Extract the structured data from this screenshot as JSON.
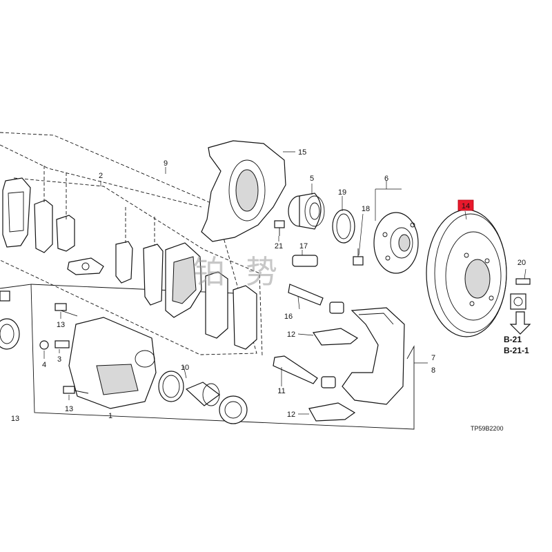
{
  "callouts": {
    "c1": "1",
    "c2": "2",
    "c3": "3",
    "c4": "4",
    "c5": "5",
    "c6": "6",
    "c7": "7",
    "c8": "8",
    "c9": "9",
    "c10": "10",
    "c11": "11",
    "c12a": "12",
    "c12b": "12",
    "c13a": "13",
    "c13b": "13",
    "c13c": "13",
    "c14": "14",
    "c15": "15",
    "c16": "16",
    "c17": "17",
    "c18": "18",
    "c19": "19",
    "c20": "20",
    "c21": "21"
  },
  "references": {
    "b21": "B-21",
    "b211": "B-21-1"
  },
  "diagram_code": "TP59B2200",
  "watermark": {
    "char1": "铂",
    "char2": "势"
  },
  "colors": {
    "highlight": "#e8192c",
    "line": "#111111"
  }
}
